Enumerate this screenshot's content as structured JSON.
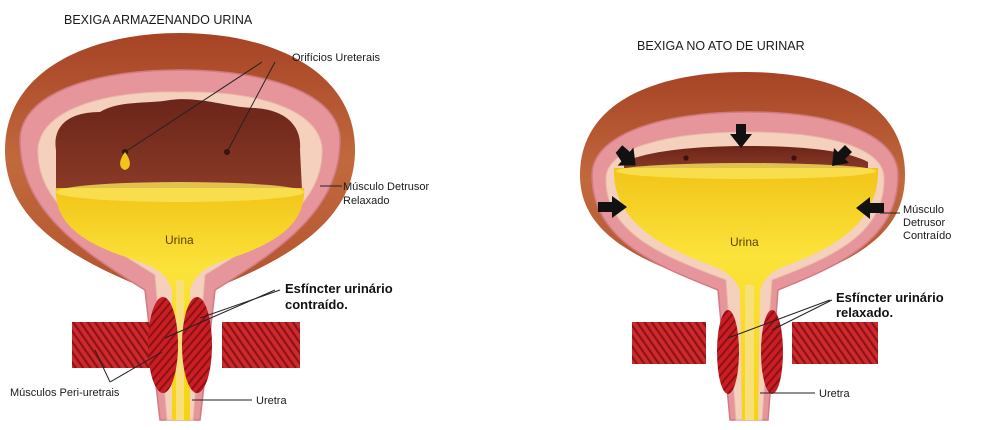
{
  "diagrams": [
    {
      "title": "BEXIGA ARMAZENANDO URINA",
      "labels": {
        "orifices": "Orifícios Ureterais",
        "detrusor": [
          "Músculo Detrusor",
          "Relaxado"
        ],
        "urine": "Urina",
        "sphincter": [
          "Esfíncter urinário",
          "contraído."
        ],
        "periurethral": "Músculos Peri-uretrais",
        "urethra": "Uretra"
      }
    },
    {
      "title": "BEXIGA NO ATO DE URINAR",
      "labels": {
        "detrusor": [
          "Músculo",
          "Detrusor",
          "Contraído"
        ],
        "urine": "Urina",
        "sphincter": [
          "Esfíncter urinário",
          "relaxado."
        ],
        "urethra": "Uretra"
      }
    }
  ],
  "colors": {
    "outer_wall": "#b5532e",
    "muscle": "#e6959a",
    "mucosa": "#f4d0bd",
    "cavity": "#7b2f24",
    "urine": "#f6d313",
    "sphincter_red": "#c91f24"
  }
}
